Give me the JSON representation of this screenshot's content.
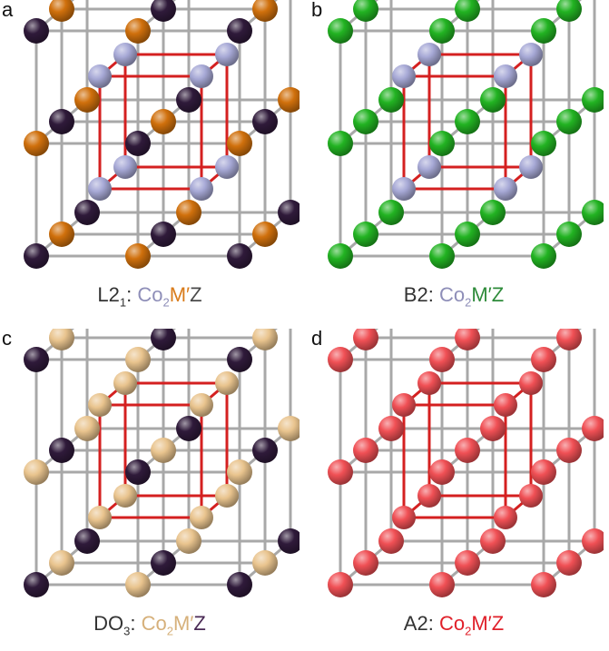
{
  "panels": [
    {
      "letter": "a",
      "structure": "L2",
      "structure_sub": "1",
      "structure_tail": ":",
      "formula": {
        "co": "Co",
        "sub": "2",
        "m": "M′",
        "z": "Z"
      },
      "formula_colors": {
        "co": "#8e8eb8",
        "m": "#d97b1a",
        "z": "#4a4a4a"
      },
      "sublattice_colors": {
        "inner": "#a7a9d6",
        "corner": "#2f1a3a",
        "face": "#d0700c"
      }
    },
    {
      "letter": "b",
      "structure": "B2",
      "structure_sub": "",
      "structure_tail": ":",
      "formula": {
        "co": "Co",
        "sub": "2",
        "m": "M′",
        "z": "Z"
      },
      "formula_colors": {
        "co": "#8e8eb8",
        "m": "#2e8b3a",
        "z": "#2e8b3a"
      },
      "sublattice_colors": {
        "inner": "#a7a9d6",
        "corner": "#22b322",
        "face": "#22b322"
      }
    },
    {
      "letter": "c",
      "structure": "DO",
      "structure_sub": "3",
      "structure_tail": ":",
      "formula": {
        "co": "Co",
        "sub": "2",
        "m": "M′",
        "z": "Z"
      },
      "formula_colors": {
        "co": "#d6b07a",
        "m": "#d6b07a",
        "z": "#4a2a55"
      },
      "sublattice_colors": {
        "inner": "#e9c48e",
        "corner": "#2f1a3a",
        "face": "#e9c48e"
      }
    },
    {
      "letter": "d",
      "structure": "A2",
      "structure_sub": "",
      "structure_tail": ":",
      "formula": {
        "co": "Co",
        "sub": "2",
        "m": "M′",
        "z": "Z"
      },
      "formula_colors": {
        "co": "#e0202a",
        "m": "#e0202a",
        "z": "#e0202a"
      },
      "sublattice_colors": {
        "inner": "#f05055",
        "corner": "#f05055",
        "face": "#f05055"
      }
    }
  ]
}
